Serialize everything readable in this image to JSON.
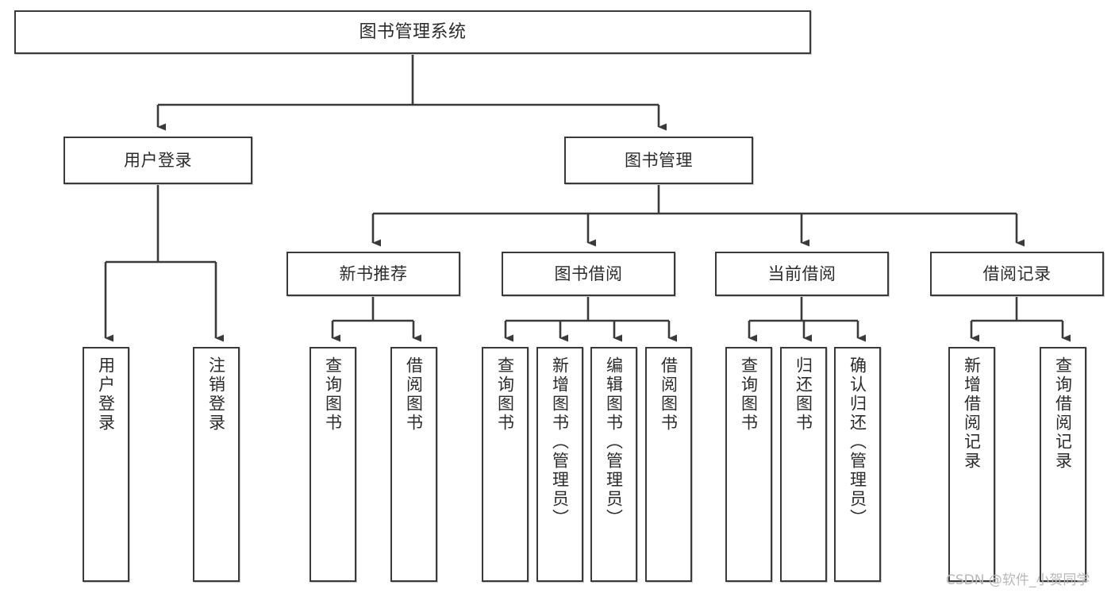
{
  "diagram": {
    "title": "图书管理系统",
    "type": "hierarchy-tree",
    "watermark": "CSDN @软件_小贺同学",
    "colors": {
      "stroke": "#3a3a3a",
      "fill": "#ffffff",
      "text": "#2b2b2b",
      "watermark": "#b8b8b8"
    },
    "nodes": {
      "root": {
        "label": "图书管理系统"
      },
      "level1": [
        {
          "id": "user-login",
          "label": "用户登录"
        },
        {
          "id": "book-management",
          "label": "图书管理"
        }
      ],
      "level2": [
        {
          "id": "new-book-recommend",
          "label": "新书推荐"
        },
        {
          "id": "book-borrow",
          "label": "图书借阅"
        },
        {
          "id": "current-borrow",
          "label": "当前借阅"
        },
        {
          "id": "borrow-record",
          "label": "借阅记录"
        }
      ],
      "leaves": {
        "user-login": [
          {
            "id": "leaf-user-login",
            "label": "用户登录"
          },
          {
            "id": "leaf-logout-login",
            "label": "注销登录"
          }
        ],
        "new-book-recommend": [
          {
            "id": "leaf-query-book-1",
            "label": "查询图书"
          },
          {
            "id": "leaf-borrow-book-1",
            "label": "借阅图书"
          }
        ],
        "book-borrow": [
          {
            "id": "leaf-query-book-2",
            "label": "查询图书"
          },
          {
            "id": "leaf-add-book",
            "label": "新增图书（管理员）"
          },
          {
            "id": "leaf-edit-book",
            "label": "编辑图书（管理员）"
          },
          {
            "id": "leaf-borrow-book-2",
            "label": "借阅图书"
          }
        ],
        "current-borrow": [
          {
            "id": "leaf-query-book-3",
            "label": "查询图书"
          },
          {
            "id": "leaf-return-book",
            "label": "归还图书"
          },
          {
            "id": "leaf-confirm-return",
            "label": "确认归还（管理员）"
          }
        ],
        "borrow-record": [
          {
            "id": "leaf-add-record",
            "label": "新增借阅记录"
          },
          {
            "id": "leaf-query-record",
            "label": "查询借阅记录"
          }
        ]
      }
    }
  }
}
